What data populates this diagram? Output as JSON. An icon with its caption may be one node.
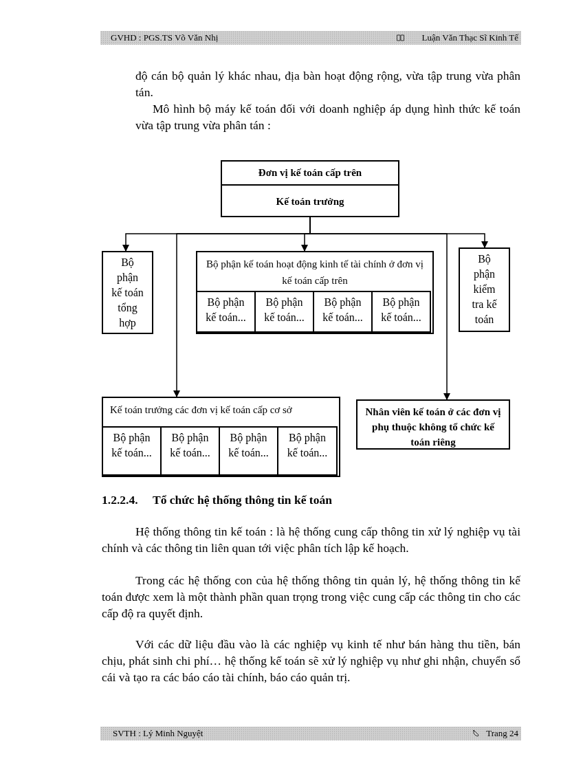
{
  "diagram": {
    "nodes": [
      {
        "text": [
          "Đơn vị kế toán cấp trên",
          "Kế toán trưởng"
        ]
      },
      {
        "text": [
          "Bộ phận kế toán tổng hợp"
        ]
      },
      {
        "text": [
          "Bộ phận kế toán hoạt động kinh tế tài chính ở đơn vị kế toán cấp trên"
        ]
      },
      {
        "text": [
          "Bộ phận kế toán..."
        ],
        "in": 2
      },
      {
        "text": [
          "Bộ phận kế toán..."
        ],
        "in": 2
      },
      {
        "text": [
          "Bộ phận kế toán..."
        ],
        "in": 2
      },
      {
        "text": [
          "Bộ phận kế toán..."
        ],
        "in": 2
      },
      {
        "text": [
          "Bộ phận kiểm tra kế toán"
        ]
      },
      {
        "text": [
          "Kế toán trưởng các đơn vị kế toán cấp cơ sở"
        ]
      },
      {
        "text": [
          "Bộ phận kế toán..."
        ],
        "in": 8
      },
      {
        "text": [
          "Bộ phận kế toán..."
        ],
        "in": 8
      },
      {
        "text": [
          "Bộ phận kế toán..."
        ],
        "in": 8
      },
      {
        "text": [
          "Bộ phận kế toán..."
        ],
        "in": 8
      },
      {
        "text": [
          "Nhân viên kế toán ở các đơn vị phụ thuộc không tổ chức kế toán riêng"
        ]
      }
    ],
    "edges": [
      {
        "from": 0,
        "to": 1,
        "arrow": "to"
      },
      {
        "from": 0,
        "to": 8,
        "arrow": "to"
      },
      {
        "from": 0,
        "to": 2,
        "arrow": "to"
      },
      {
        "from": 0,
        "to": 13,
        "arrow": "to"
      },
      {
        "from": 0,
        "to": 7,
        "arrow": "to"
      }
    ],
    "labels": [
      "GVHD : PGS.TS Võ Văn Nhị",
      "Luận Văn Thạc Sĩ Kinh Tế",
      "độ cán bộ quản lý khác nhau, địa bàn hoạt động rộng, vừa tập trung vừa phân tán.",
      "Mô hình bộ máy kế toán đối với doanh nghiệp áp dụng hình thức kế toán vừa tập trung vừa phân tán :",
      "1.2.2.4.",
      "Tổ chức hệ thống thông tin kế toán",
      "Hệ thống thông tin kế toán : là hệ thống cung cấp thông tin xử lý nghiệp vụ tài chính và các thông tin liên quan tới việc phân tích lập kế hoạch.",
      "Trong các hệ thống con của hệ thống thông tin quản lý, hệ thống thông tin kế toán được xem là một thành phần quan trọng trong việc cung cấp các thông tin cho các cấp độ ra quyết định.",
      "Với các dữ liệu đầu vào là các nghiệp vụ kinh tế như bán hàng thu tiền, bán chịu, phát sinh chi phí… hệ thống kế toán sẽ xử lý nghiệp vụ như ghi nhận, chuyển sổ cái và tạo ra các báo cáo tài chính, báo cáo quản trị.",
      "SVTH : Lý Minh Nguyệt",
      "Trang 24"
    ]
  }
}
